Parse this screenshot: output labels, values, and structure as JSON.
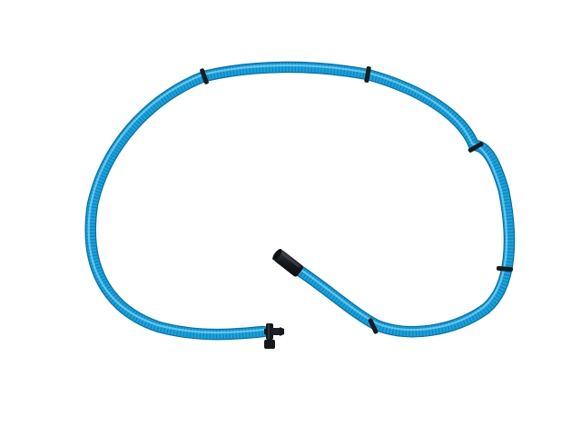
{
  "scene": {
    "subject": "blue-corrugated-hose-assembly",
    "background_color": "#ffffff",
    "hose_color": "#19a3dc",
    "hose_highlight_color": "#7fd4f5",
    "hose_rib_color": "#0b7fb6",
    "fitting_color": "#16191c",
    "clip_color": "#1a1d20",
    "clip_count": 6,
    "end_fittings": [
      "barbed-connector",
      "straight-sleeve-connector"
    ]
  }
}
